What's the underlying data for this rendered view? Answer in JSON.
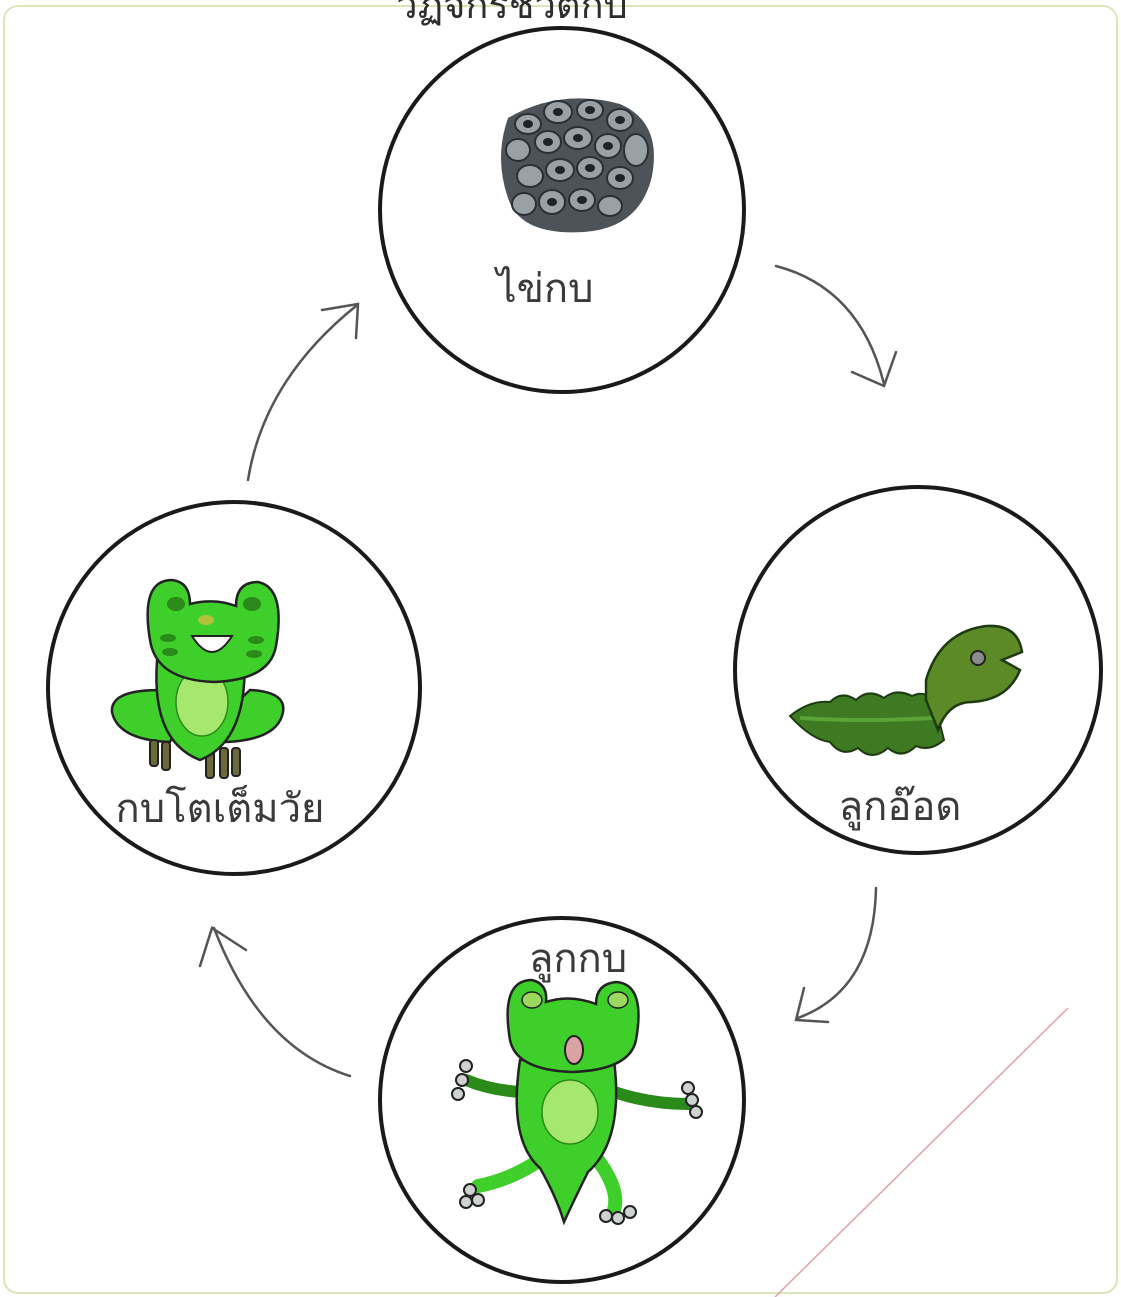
{
  "page": {
    "title": "วัฏจักรชีวิตกบ",
    "border_color": "#d8e6b8",
    "line_color": "#e3a0a8"
  },
  "stages": [
    {
      "id": "eggs",
      "label": "ไข่กบ",
      "icon": "frog-eggs-icon"
    },
    {
      "id": "tadpole",
      "label": "ลูกอ๊อด",
      "icon": "tadpole-icon"
    },
    {
      "id": "froglet",
      "label": "ลูกกบ",
      "icon": "froglet-icon"
    },
    {
      "id": "adult",
      "label": "กบโตเต็มวัย",
      "icon": "adult-frog-icon"
    }
  ],
  "colors": {
    "circle_stroke": "#1a1a1a",
    "frog_green": "#3fcf2a",
    "frog_green_dark": "#2a8a1a",
    "tadpole_green": "#4a8a28",
    "egg_gray": "#6e7479"
  }
}
